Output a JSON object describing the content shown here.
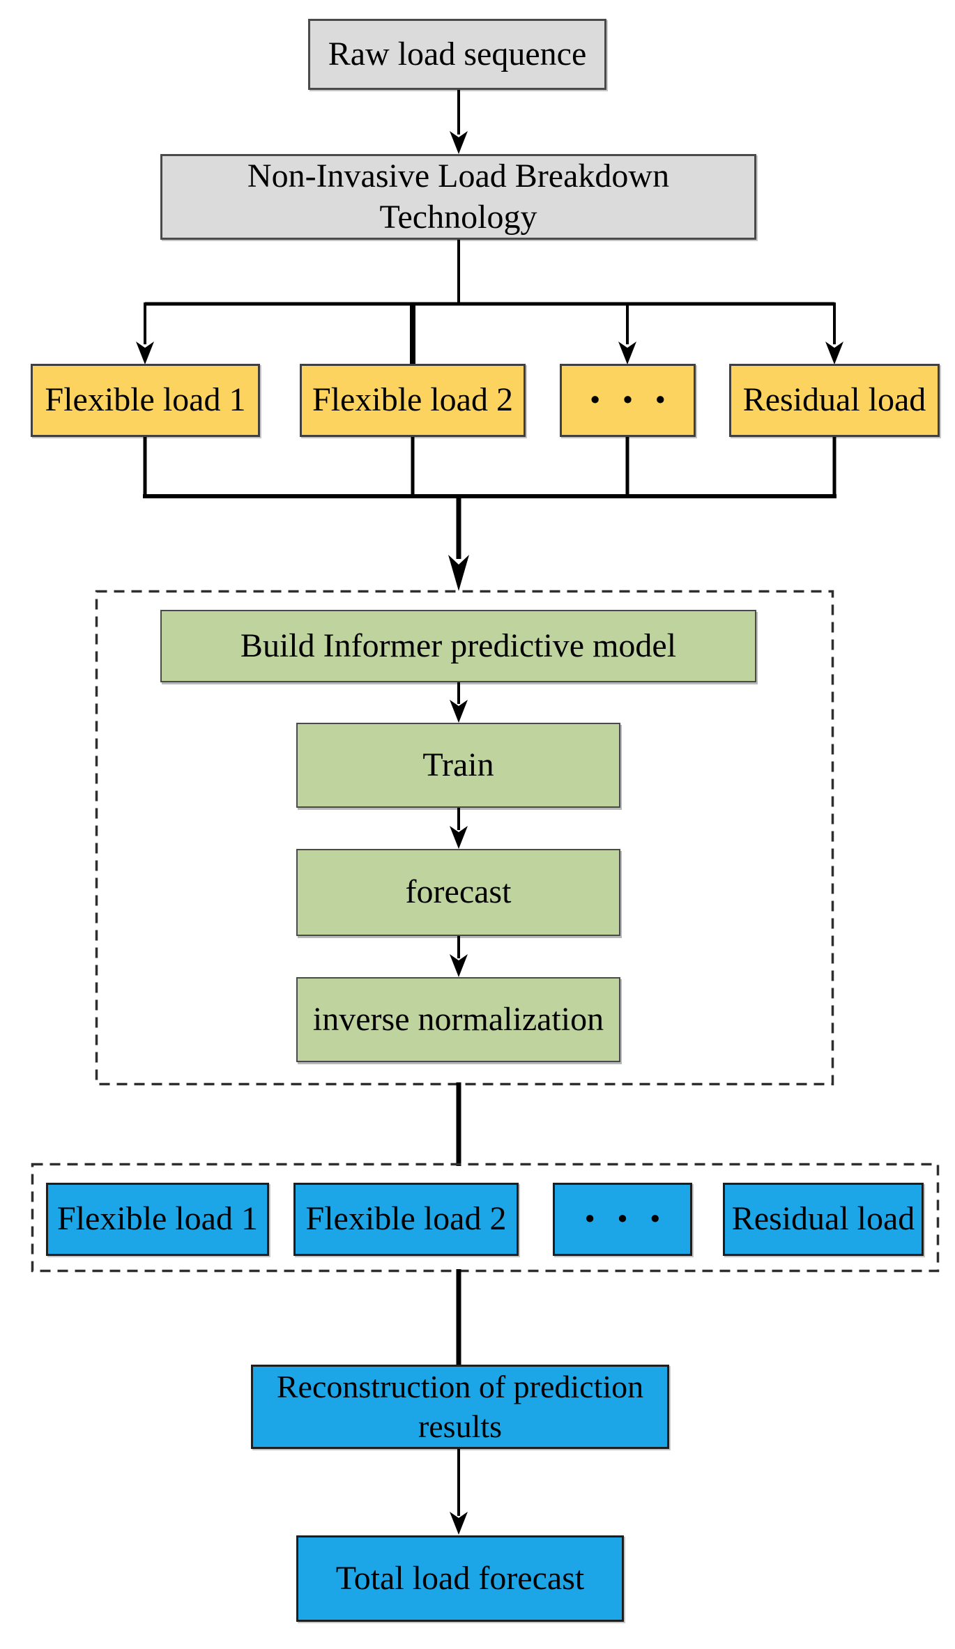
{
  "colors": {
    "box_gray": "#DBDBDB",
    "box_yellow": "#FBD35E",
    "box_green": "#BED39E",
    "box_blue": "#1CA6E8",
    "connector_black": "#000000"
  },
  "flow": {
    "source": "Raw load sequence",
    "breakdown": "Non-Invasive Load Breakdown Technology",
    "decomposed_loads": [
      "Flexible load 1",
      "Flexible load 2",
      "• • •",
      "Residual load"
    ],
    "model_pipeline": [
      "Build Informer predictive model",
      "Train",
      "forecast",
      "inverse normalization"
    ],
    "predicted_loads": [
      "Flexible load 1",
      "Flexible load 2",
      "• • •",
      "Residual load"
    ],
    "reconstruction": "Reconstruction of prediction results",
    "total_forecast": "Total load forecast"
  }
}
